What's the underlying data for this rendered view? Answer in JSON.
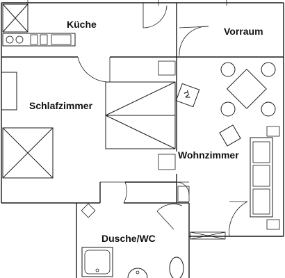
{
  "rooms": {
    "kitchen": "Küche",
    "hallway": "Vorraum",
    "bedroom": "Schlafzimmer",
    "living": "Wohnzimmer",
    "bathroom": "Dusche/WC"
  },
  "tv_label": "TV"
}
